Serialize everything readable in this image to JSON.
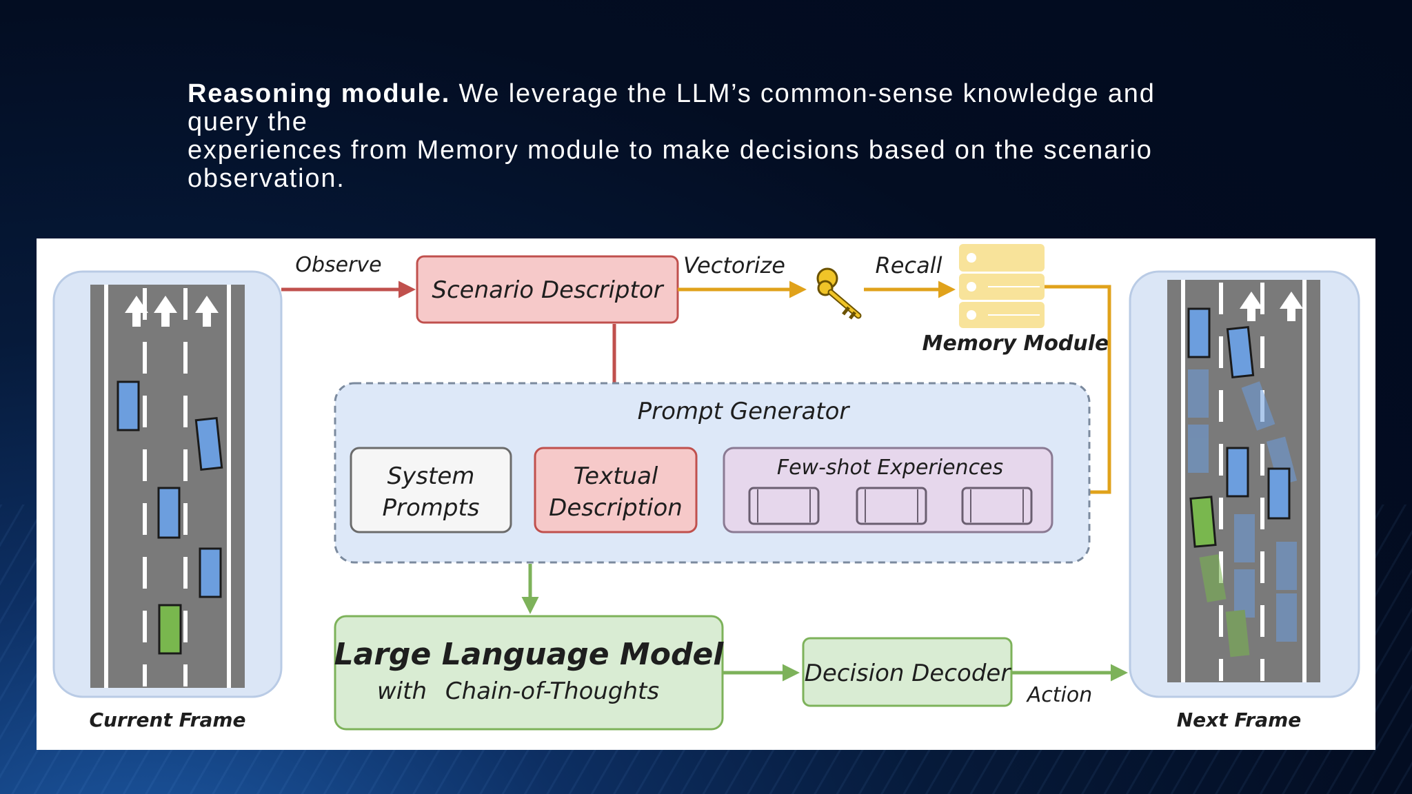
{
  "heading": {
    "bold": "Reasoning module.",
    "line1_rest": " We leverage the LLM’s common-sense knowledge and",
    "line2": "query the",
    "line3": "experiences from Memory module to make decisions based on the scenario",
    "line4": "observation."
  },
  "diagram": {
    "observe_label": "Observe",
    "scenario_descriptor": "Scenario Descriptor",
    "vectorize_label": "Vectorize",
    "recall_label": "Recall",
    "memory_module": "Memory Module",
    "prompt_generator": "Prompt Generator",
    "system_prompts_1": "System",
    "system_prompts_2": "Prompts",
    "textual_description_1": "Textual",
    "textual_description_2": "Description",
    "few_shot": "Few-shot Experiences",
    "llm_title": "Large Language Model",
    "llm_sub_with": "with",
    "llm_sub_cot": "Chain-of-Thoughts",
    "decision_decoder": "Decision Decoder",
    "action_label": "Action",
    "current_frame": "Current Frame",
    "next_frame": "Next Frame"
  },
  "colors": {
    "red_arrow": "#c0504d",
    "gold_arrow": "#e0a21b",
    "green_arrow": "#7db25a",
    "scenario_fill": "#f6c9c9",
    "prompt_fill": "#dde8f8",
    "fewshot_fill": "#e6d7ec",
    "llm_fill": "#d9ecd3",
    "road_gray": "#7a7a7a",
    "car_blue": "#6c9ede",
    "car_green": "#79b74e"
  }
}
